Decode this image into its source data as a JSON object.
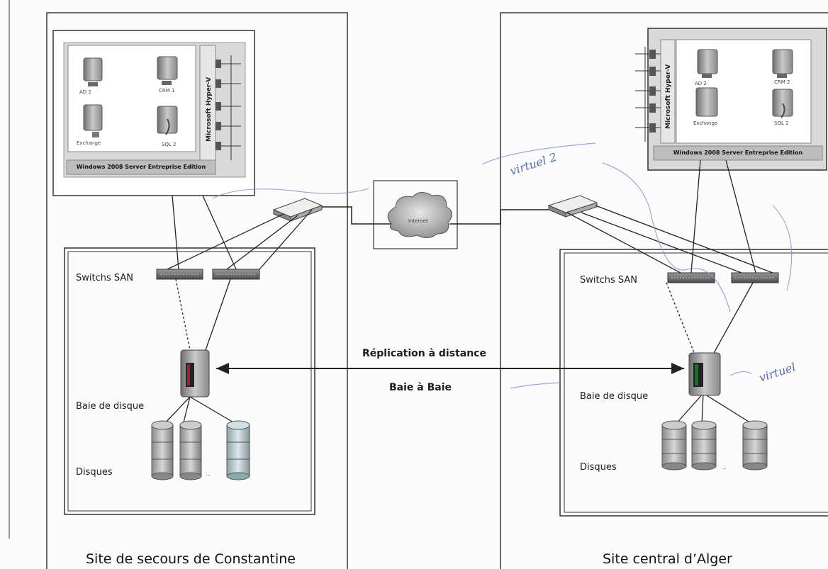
{
  "left_site": {
    "caption": "Site de secours de Constantine",
    "hyperv_label": "Microsoft Hyper-V",
    "edition": "Windows 2008 Server Entreprise Edition",
    "vm_labels": [
      "AD 2",
      "CRM 1",
      "Exchange",
      "SQL 2"
    ],
    "switches_label": "Switchs SAN",
    "storage_label": "Baie de disque",
    "disks_label": "Disques",
    "disk_tag": "..."
  },
  "right_site": {
    "caption": "Site central d’Alger",
    "hyperv_label": "Microsoft Hyper-V",
    "edition": "Windows 2008 Server Entreprise Edition",
    "vm_labels": [
      "AD 2",
      "CRM 2",
      "Exchange",
      "SQL 2"
    ],
    "switches_label": "Switchs SAN",
    "storage_label": "Baie de disque",
    "disks_label": "Disques",
    "disk_tag": "..."
  },
  "network": {
    "cloud_label": "Internet"
  },
  "replication": {
    "line1": "Réplication à distance",
    "line2": "Baie à Baie"
  },
  "annotations": {
    "virtuel_1": "virtuel 2",
    "virtuel_2": "virtuel"
  }
}
